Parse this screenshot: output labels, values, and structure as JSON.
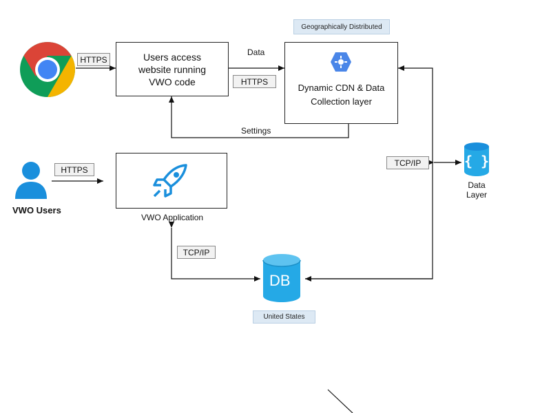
{
  "nodes": {
    "users_access": "Users access website running VWO code",
    "cdn": "Dynamic CDN & Data Collection layer",
    "vwo_app": "VWO Application"
  },
  "tags": {
    "geo": "Geographically Distributed",
    "us": "United States"
  },
  "labels": {
    "https_chrome": "HTTPS",
    "data": "Data",
    "https_mid": "HTTPS",
    "settings": "Settings",
    "https_users": "HTTPS",
    "tcp_right": "TCP/IP",
    "tcp_left": "TCP/IP",
    "vwo_users": "VWO Users",
    "data_layer": "Data Layer",
    "db_text": "DB"
  },
  "icons": {
    "chrome": "chrome-logo-icon",
    "user": "user-person-icon",
    "cdn": "gcp-cdn-hexagon-icon",
    "rocket": "rocket-icon",
    "db": "database-cylinder-icon",
    "data_layer": "data-layer-braces-cylinder-icon"
  },
  "colors": {
    "chrome_red": "#db4437",
    "chrome_yellow": "#f4b400",
    "chrome_green": "#0f9d58",
    "chrome_blue": "#4285f4",
    "icon_blue": "#1a8fdc",
    "db_blue": "#25a9e6",
    "tag_bg": "#dde9f4"
  }
}
